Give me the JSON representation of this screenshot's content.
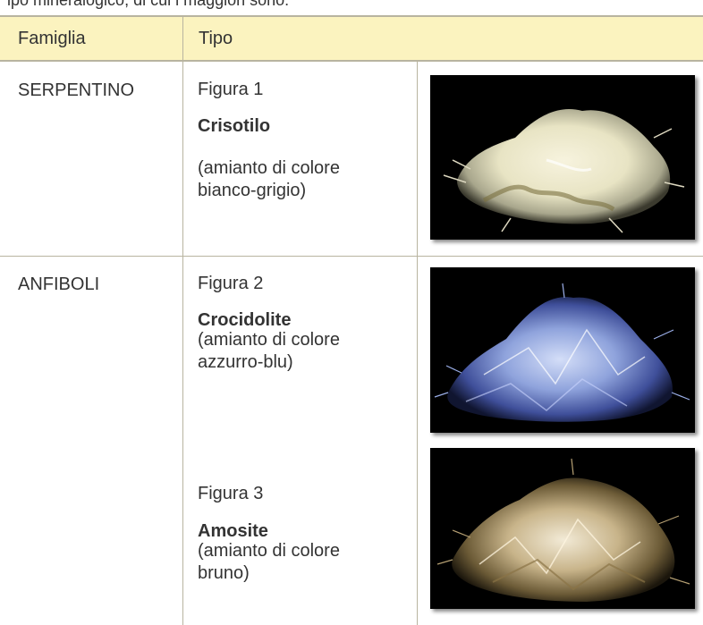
{
  "caption": "ipo mineralogico, di cui i maggiori sono:",
  "header": {
    "col1": "Famiglia",
    "col2": "Tipo"
  },
  "rows": [
    {
      "family": "SERPENTINO",
      "items": [
        {
          "figure": "Figura 1",
          "name": "Crisotilo",
          "desc_line1": "(amianto di colore",
          "desc_line2": "bianco-grigio)"
        }
      ]
    },
    {
      "family": "ANFIBOLI",
      "items": [
        {
          "figure": "Figura 2",
          "name": "Crocidolite",
          "desc_line1": "(amianto di colore",
          "desc_line2": "azzurro-blu)"
        },
        {
          "figure": "Figura 3",
          "name": "Amosite",
          "desc_line1": "(amianto di colore",
          "desc_line2": "bruno)"
        }
      ]
    }
  ],
  "colors": {
    "header_bg": "#fbf3bf",
    "rule": "#b8b4a0",
    "photo_bg": "#000000"
  }
}
